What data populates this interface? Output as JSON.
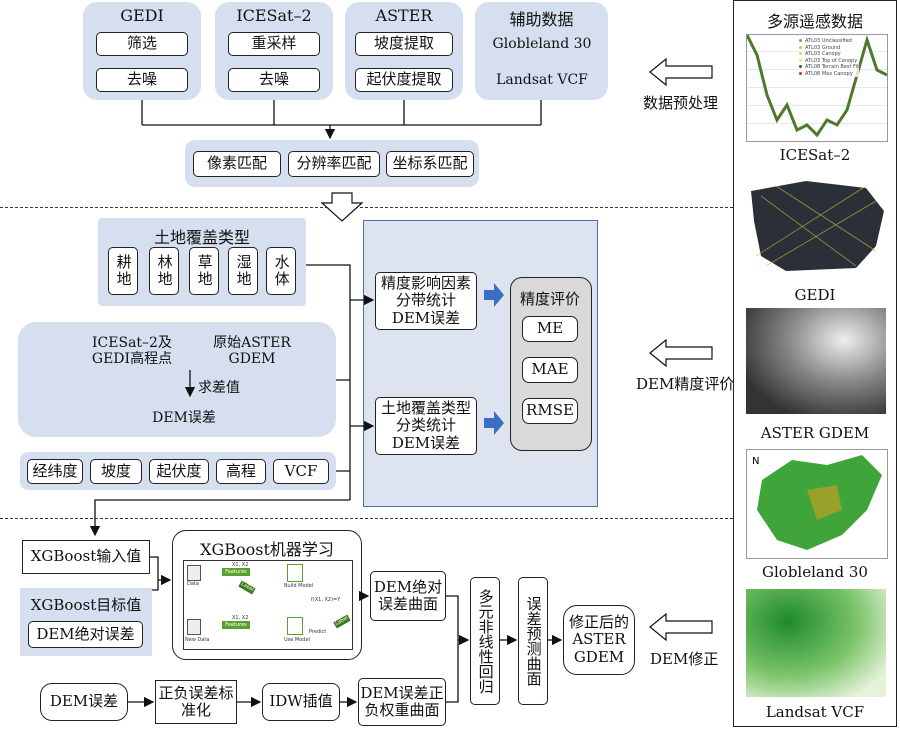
{
  "preprocess": {
    "gedi": {
      "title": "GEDI",
      "items": [
        "筛选",
        "去噪"
      ]
    },
    "icesat": {
      "title": "ICESat–2",
      "items": [
        "重采样",
        "去噪"
      ]
    },
    "aster": {
      "title": "ASTER",
      "items": [
        "坡度提取",
        "起伏度提取"
      ]
    },
    "aux": {
      "title": "辅助数据",
      "items": [
        "Globleland 30",
        "Landsat VCF"
      ]
    },
    "match": [
      "像素匹配",
      "分辨率匹配",
      "坐标系匹配"
    ]
  },
  "eval": {
    "landcover": {
      "title": "土地覆盖类型",
      "items": [
        "耕地",
        "林地",
        "草地",
        "湿地",
        "水体"
      ]
    },
    "points": "ICESat–2及GEDI高程点",
    "gdem": "原始ASTER GDEM",
    "diff": "求差值",
    "dem_error": "DEM误差",
    "factors": [
      "经纬度",
      "坡度",
      "起伏度",
      "高程",
      "VCF"
    ],
    "zone_stat": "精度影响因素分带统计DEM误差",
    "class_stat": "土地覆盖类型分类统计DEM误差",
    "metrics": {
      "title": "精度评价",
      "items": [
        "ME",
        "MAE",
        "RMSE"
      ]
    }
  },
  "correct": {
    "xgb_input": "XGBoost输入值",
    "xgb_target": "XGBoost目标值",
    "abs_error": "DEM绝对误差",
    "xgb_title": "XGBoost机器学习",
    "xgb_fig": {
      "x": "X1, X2",
      "features": "Features",
      "data": "Data",
      "new_data": "New Data",
      "build": "Build Model",
      "use": "Use Model",
      "predict": "Predict",
      "label": "Label",
      "fx": "f(X1, X2)=Y"
    },
    "abs_surface": "DEM绝对误差曲面",
    "regress": "多元非线性回归",
    "pred_surface": "误差预测曲面",
    "result": "修正后的ASTER GDEM",
    "dem_error": "DEM误差",
    "normalize": "正负误差标准化",
    "idw": "IDW插值",
    "weight": "DEM误差正负权重曲面"
  },
  "side": {
    "title": "多源遥感数据",
    "captions": [
      "ICESat–2",
      "GEDI",
      "ASTER GDEM",
      "Globleland 30",
      "Landsat VCF"
    ],
    "legend": [
      "ATL03 Unclassified",
      "ATL03 Ground",
      "ATL03 Canopy",
      "ATL03 Top of Canopy",
      "ATL08 Terrain Best Fit",
      "ATL08 Max Canopy"
    ],
    "arrows": [
      "数据预处理",
      "DEM精度评价",
      "DEM修正"
    ]
  },
  "colors": {
    "panel": "#d5dff0",
    "frame": "#4a6fa5",
    "arrow": "#3a6fc4"
  }
}
